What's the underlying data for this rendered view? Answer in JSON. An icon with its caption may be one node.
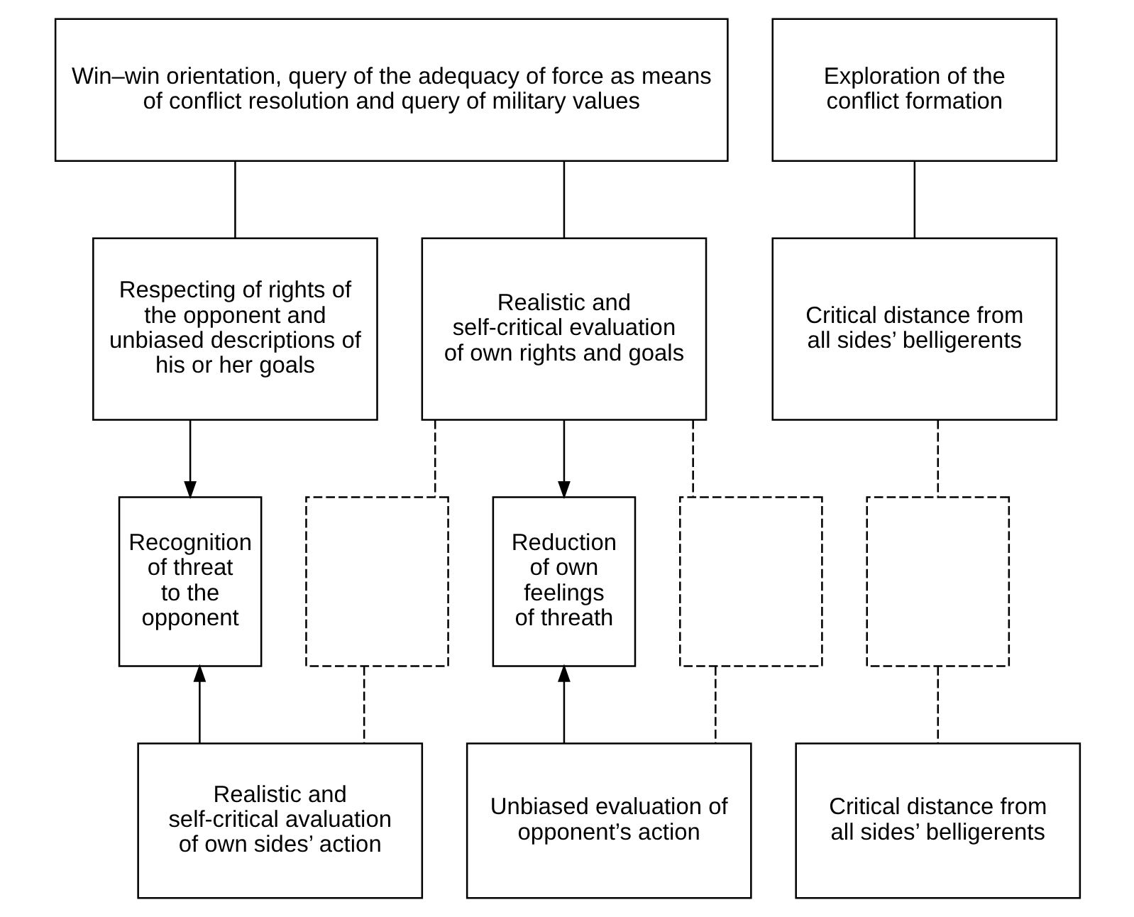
{
  "diagram": {
    "nodes": [
      {
        "text": [
          "Win–win orientation, query of the adequacy of force as means of conflict resolution and query of military values"
        ]
      },
      {
        "text": [
          "Exploration of the conflict formation"
        ]
      },
      {
        "text": [
          "Respecting of rights of the opponent and unbiased descriptions of his or her goals"
        ]
      },
      {
        "text": [
          "Realistic and self-critical evaluation of own rights and goals"
        ]
      },
      {
        "text": [
          "Critical distance from all sides’ belligerents"
        ]
      },
      {
        "text": [
          "Recognition of threat to the opponent"
        ]
      },
      {
        "text": [],
        "shape": "box"
      },
      {
        "text": [
          "Reduction of own feelings of threath"
        ]
      },
      {
        "text": [],
        "shape": "box"
      },
      {
        "text": [],
        "shape": "box"
      },
      {
        "text": [
          "Realistic and self-critical avaluation of own sides’ action"
        ]
      },
      {
        "text": [
          "Unbiased evaluation of opponent’s action"
        ]
      },
      {
        "text": [
          "Critical distance from all sides’ belligerents"
        ]
      }
    ],
    "edges": [
      {
        "from": 0,
        "to": 2,
        "arrow": "none"
      },
      {
        "from": 0,
        "to": 3,
        "arrow": "none"
      },
      {
        "from": 1,
        "to": 4,
        "arrow": "none"
      },
      {
        "from": 2,
        "to": 5,
        "arrow": "to"
      },
      {
        "from": 3,
        "to": 6,
        "arrow": "none",
        "style": "dashed"
      },
      {
        "from": 3,
        "to": 7,
        "arrow": "to"
      },
      {
        "from": 3,
        "to": 8,
        "arrow": "none",
        "style": "dashed"
      },
      {
        "from": 4,
        "to": 9,
        "arrow": "none",
        "style": "dashed"
      },
      {
        "from": 10,
        "to": 5,
        "arrow": "to"
      },
      {
        "from": 10,
        "to": 6,
        "arrow": "none",
        "style": "dashed"
      },
      {
        "from": 11,
        "to": 7,
        "arrow": "to"
      },
      {
        "from": 11,
        "to": 8,
        "arrow": "none",
        "style": "dashed"
      },
      {
        "from": 12,
        "to": 9,
        "arrow": "none",
        "style": "dashed"
      }
    ]
  }
}
